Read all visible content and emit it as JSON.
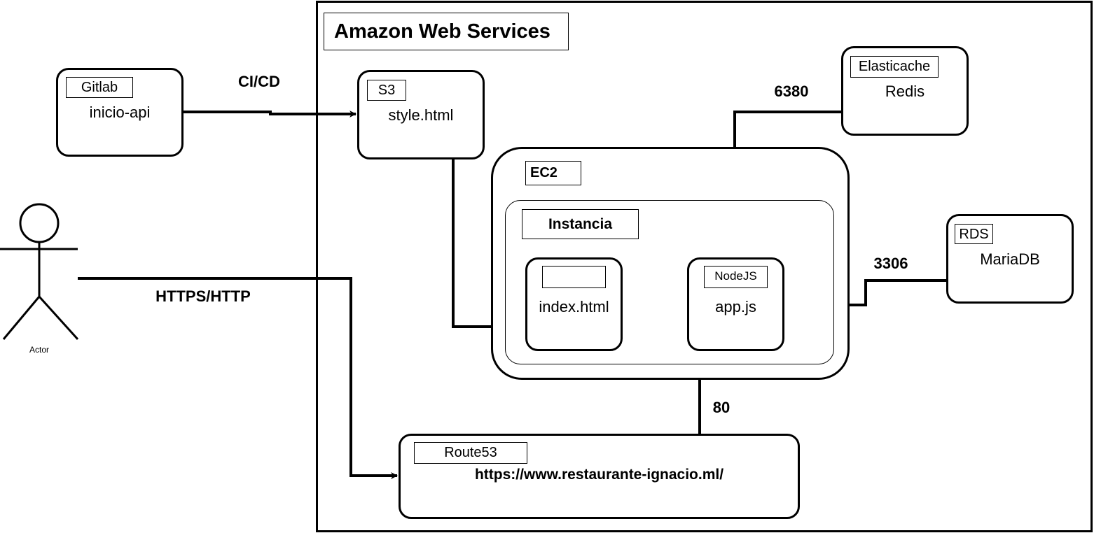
{
  "aws": {
    "title": "Amazon Web Services"
  },
  "gitlab": {
    "tag": "Gitlab",
    "name": "inicio-api"
  },
  "s3": {
    "tag": "S3",
    "name": "style.html"
  },
  "elasticache": {
    "tag": "Elasticache",
    "name": "Redis"
  },
  "ec2": {
    "tag": "EC2"
  },
  "instance": {
    "tag": "Instancia"
  },
  "index_node": {
    "tag": "",
    "name": "index.html"
  },
  "nodejs": {
    "tag": "NodeJS",
    "name": "app.js"
  },
  "rds": {
    "tag": "RDS",
    "name": "MariaDB"
  },
  "route53": {
    "tag": "Route53",
    "url": "https://www.restaurante-ignacio.ml/"
  },
  "actor": {
    "label": "Actor"
  },
  "edges": {
    "cicd": "CI/CD",
    "https": "HTTPS/HTTP",
    "redis_port": "6380",
    "db_port": "3306",
    "http_port": "80"
  }
}
